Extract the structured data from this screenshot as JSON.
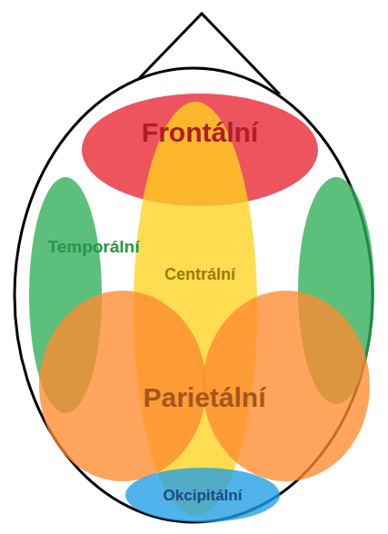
{
  "diagram": {
    "nodes": [
      {
        "text": [
          "Frontální"
        ]
      },
      {
        "text": [
          "Temporální"
        ]
      },
      {
        "text": [
          "Centrální"
        ]
      },
      {
        "text": [
          "Parietální"
        ]
      },
      {
        "text": [
          "Okcipitální"
        ]
      }
    ]
  }
}
